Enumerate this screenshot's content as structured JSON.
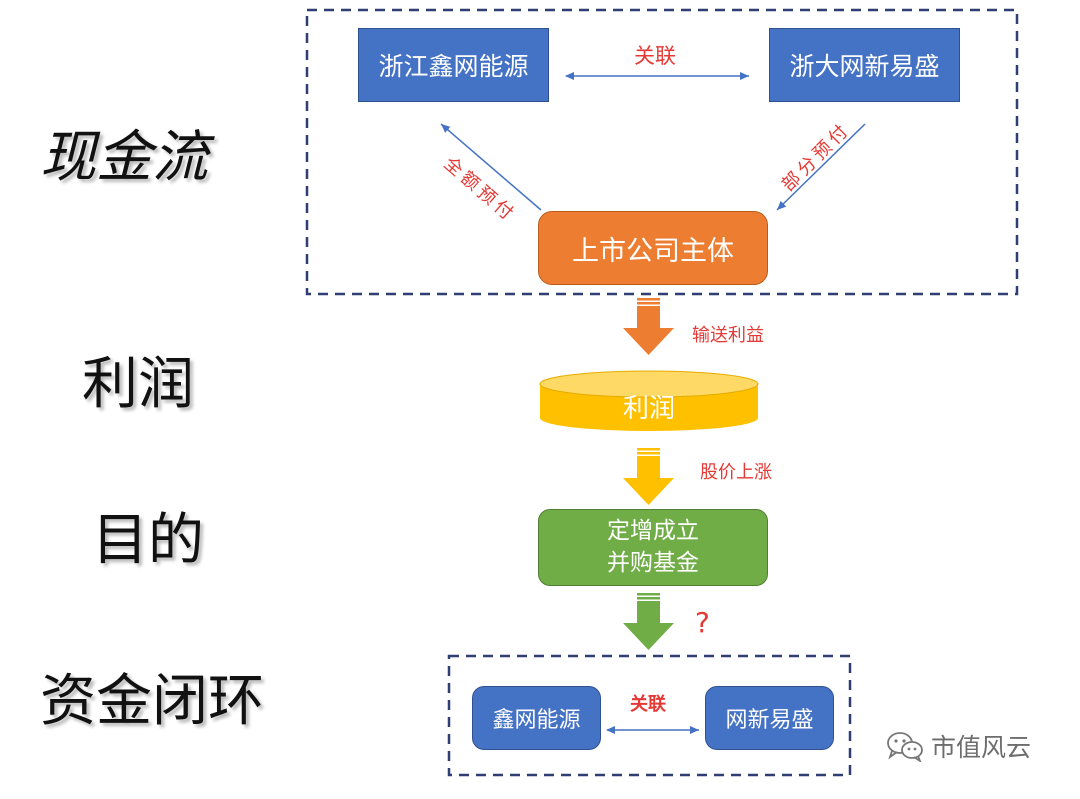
{
  "side_labels": {
    "cash_flow": "现金流",
    "profit": "利润",
    "purpose": "目的",
    "capital_loop": "资金闭环"
  },
  "top_group": {
    "left_entity": "浙江鑫网能源",
    "right_entity": "浙大网新易盛",
    "relation": "关联",
    "left_payment": "全额预付",
    "right_payment": "部分预付",
    "main_entity": "上市公司主体"
  },
  "flow": {
    "transfer_profit": "输送利益",
    "profit_store": "利润",
    "stock_rise": "股价上涨",
    "goal_line1": "定增成立",
    "goal_line2": "并购基金",
    "question": "?"
  },
  "bottom_group": {
    "left_entity": "鑫网能源",
    "right_entity": "网新易盛",
    "relation": "关联"
  },
  "watermark": "市值风云",
  "colors": {
    "blue": "#4472C4",
    "orange": "#ED7D31",
    "gold": "#FFC000",
    "green": "#70AD47",
    "annotation_red": "#E53935",
    "dash_border": "#2F3F73"
  }
}
